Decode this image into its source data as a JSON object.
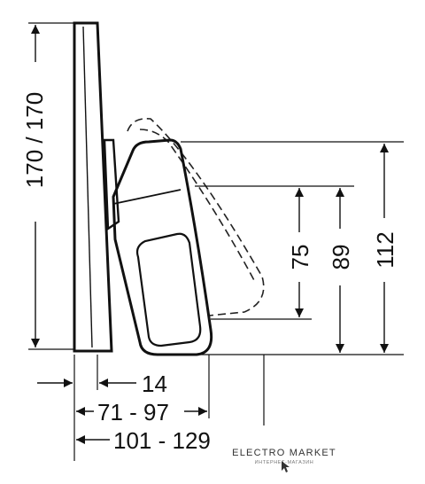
{
  "dimensions": {
    "plate_height": "170 / 170",
    "depth_short": "14",
    "depth_mid": "71 - 97",
    "depth_long": "101 - 129",
    "height_75": "75",
    "height_89": "89",
    "height_112": "112"
  },
  "watermark": {
    "title": "ELECTRO MARKET",
    "subtitle": "ИНТЕРНЕТ-МАГАЗИН"
  }
}
